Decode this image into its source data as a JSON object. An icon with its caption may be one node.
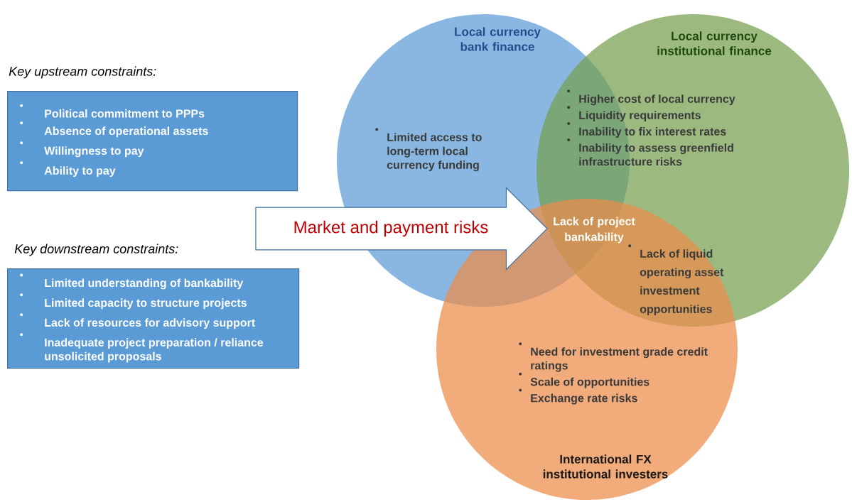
{
  "diagram": {
    "nodes": [
      {
        "text": [
          "Key upstream constraints:",
          "Political commitment to PPPs",
          "Absence of operational assets",
          "Willingness to pay",
          "Ability to pay"
        ]
      },
      {
        "text": [
          "Key downstream constraints:",
          "Limited understanding of bankability",
          "Limited capacity to structure projects",
          "Lack of resources for advisory support",
          "Inadequate project preparation / reliance unsolicited proposals"
        ]
      },
      {
        "text": [
          "Market and payment risks"
        ]
      },
      {
        "text": [
          "Local currency bank finance",
          "Limited access to long-term local currency funding"
        ]
      },
      {
        "text": [
          "Local currency institutional finance",
          "Higher cost of local currency",
          "Liquidity requirements",
          "Inability to fix interest rates",
          "Inability to assess greenfield infrastructure risks"
        ]
      },
      {
        "text": [
          "Need for investment grade credit ratings",
          "Scale of opportunities",
          "Exchange rate risks",
          "International FX institutional investers"
        ]
      }
    ],
    "labels": [
      "Lack of project bankability",
      "Lack of liquid operating asset investment opportunities"
    ]
  }
}
